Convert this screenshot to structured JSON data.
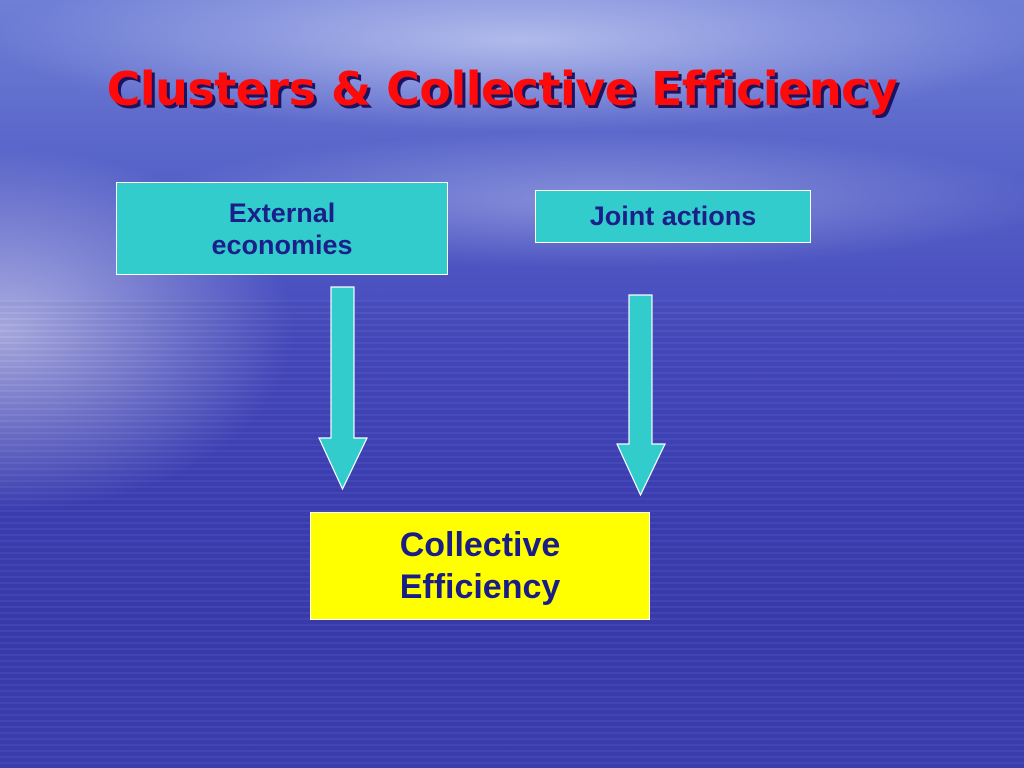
{
  "slide": {
    "title": "Clusters & Collective Efficiency"
  },
  "diagram": {
    "nodes": {
      "external_economies": "External\neconomies",
      "joint_actions": "Joint actions",
      "collective_efficiency": "Collective\nEfficiency"
    },
    "edges": [
      {
        "from": "external_economies",
        "to": "collective_efficiency"
      },
      {
        "from": "joint_actions",
        "to": "collective_efficiency"
      }
    ]
  },
  "colors": {
    "title": "#ff0a0a",
    "title_shadow": "#1a1360",
    "teal_fill": "#33cccc",
    "yellow_fill": "#ffff00",
    "box_text": "#1b1f8a",
    "arrow_fill": "#33cccc"
  }
}
